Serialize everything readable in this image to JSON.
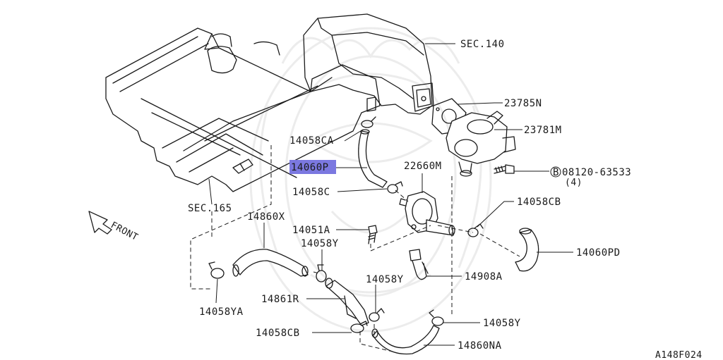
{
  "diagram": {
    "callouts": {
      "sec140": "SEC.140",
      "p23785n": "23785N",
      "p23781m": "23781M",
      "bolt_marker": "B",
      "bolt_number": "08120-63533",
      "bolt_qty": "(4)",
      "p14058ca": "14058CA",
      "p14060p": "14060P",
      "p22660m": "22660M",
      "p14058c": "14058C",
      "sec165": "SEC.165",
      "p14058cb_top": "14058CB",
      "front": "FRONT",
      "p14860x": "14860X",
      "p14051a": "14051A",
      "p14058y_mid": "14058Y",
      "p14060pd": "14060PD",
      "p14908a": "14908A",
      "p14058y_lower": "14058Y",
      "p14861r": "14861R",
      "p14058ya": "14058YA",
      "p14058y_right": "14058Y",
      "p14058cb_bottom": "14058CB",
      "p14860na": "14860NA"
    },
    "highlight_color": "#7b78e0",
    "figure_id": "A148F024"
  }
}
